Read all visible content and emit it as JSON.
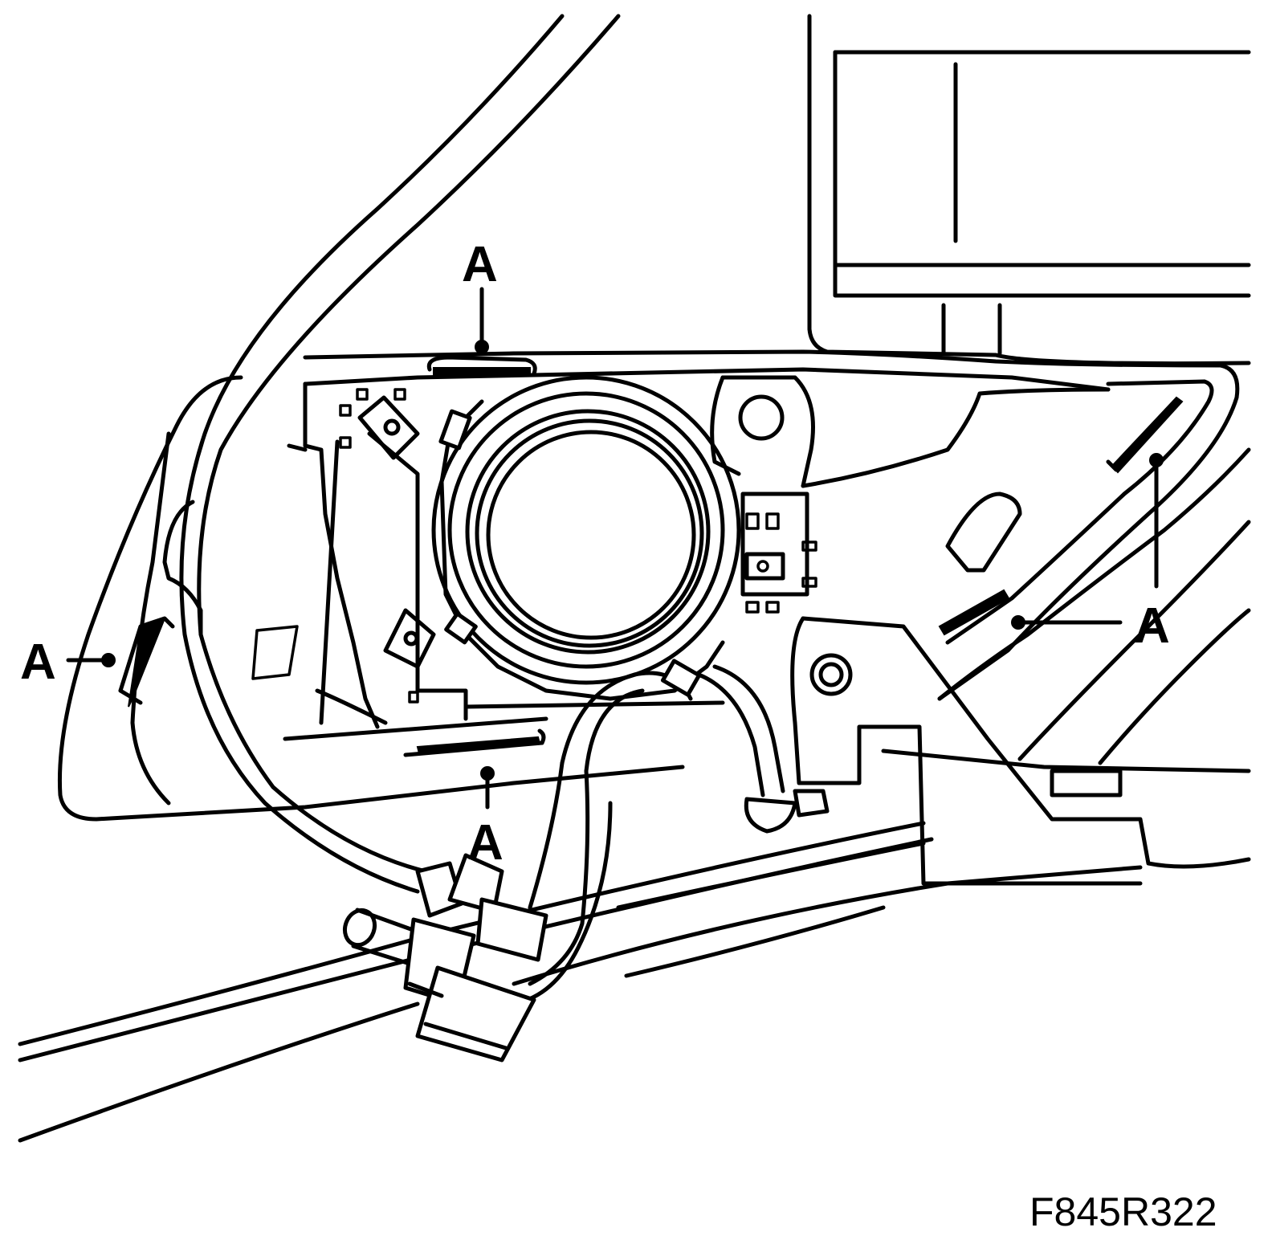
{
  "callouts": [
    {
      "id": "top",
      "label": "A"
    },
    {
      "id": "left",
      "label": "A"
    },
    {
      "id": "bottom",
      "label": "A"
    },
    {
      "id": "right",
      "label": "A"
    }
  ],
  "figure_code": "F845R322",
  "colors": {
    "line": "#000000",
    "background": "#ffffff"
  }
}
